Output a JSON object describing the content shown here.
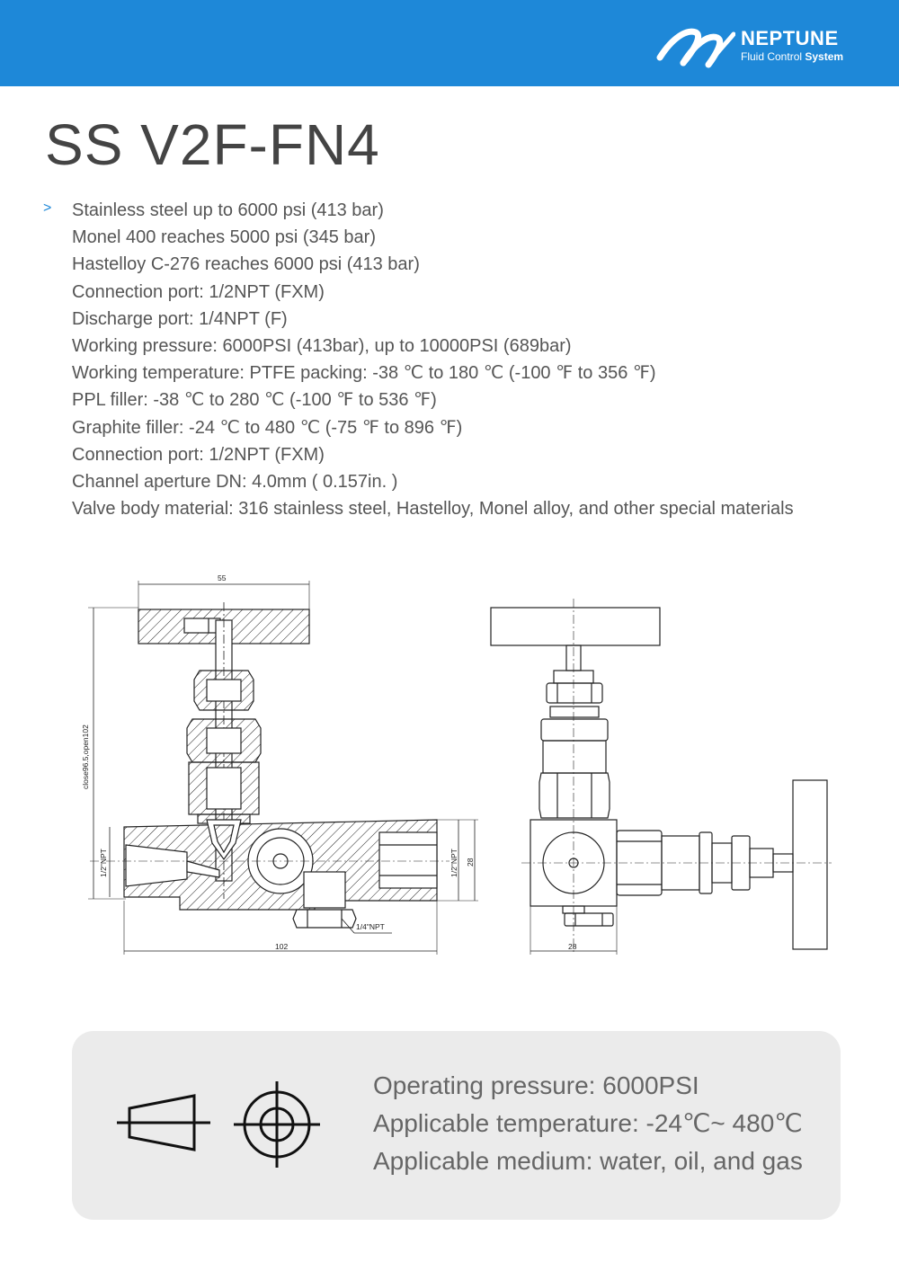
{
  "brand": {
    "name": "NEPTUNE",
    "tagline_prefix": "Fluid Control ",
    "tagline_bold": "System",
    "color": "#1e88d8"
  },
  "title": "SS V2F-FN4",
  "bullet_marker": ">",
  "specs": [
    "Stainless steel up to 6000 psi (413 bar)",
    "Monel 400 reaches 5000 psi (345 bar)",
    "Hastelloy C-276 reaches 6000 psi (413 bar)",
    "Connection port: 1/2NPT (FXM)",
    "Discharge port: 1/4NPT (F)",
    "Working pressure: 6000PSI (413bar), up to 10000PSI (689bar)",
    "Working temperature: PTFE packing: -38 ℃ to 180 ℃ (-100 ℉ to 356 ℉)",
    "PPL filler: -38 ℃ to 280 ℃ (-100 ℉ to 536 ℉)",
    "Graphite filler: -24 ℃ to 480 ℃ (-75 ℉ to 896 ℉)",
    "Connection port: 1/2NPT (FXM)",
    "Channel aperture DN: 4.0mm ( 0.157in. )",
    "Valve body material: 316 stainless steel, Hastelloy, Monel alloy, and other special materials"
  ],
  "drawing": {
    "dim_handle_width": "55",
    "dim_height": "close96.5,open102",
    "dim_inlet": "1/2\"NPT",
    "dim_outlet": "1/2\"NPT",
    "dim_body_height": "28",
    "dim_discharge": "1/4\"NPT",
    "dim_length": "102",
    "dim_side_width": "28"
  },
  "info": {
    "pressure": "Operating pressure: 6000PSI",
    "temperature": "Applicable temperature: -24℃~ 480℃",
    "medium": "Applicable medium: water, oil, and gas"
  }
}
